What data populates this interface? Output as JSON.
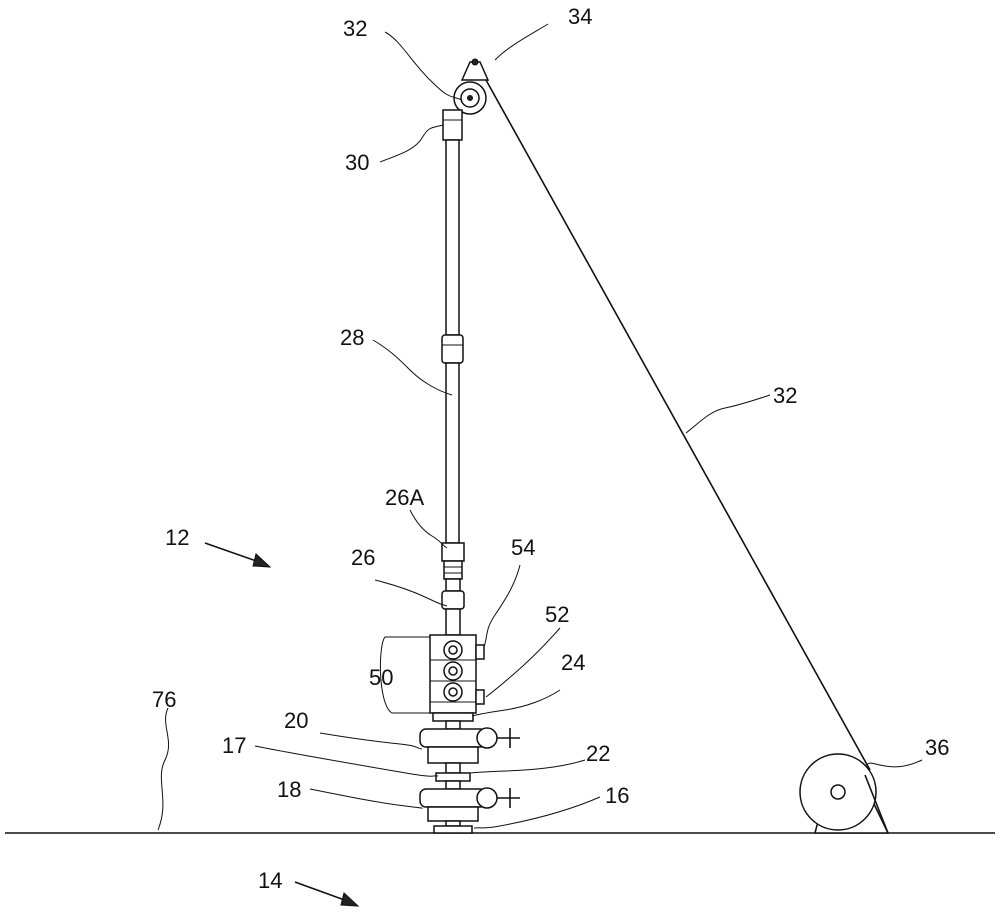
{
  "labels": {
    "l32_top": "32",
    "l34": "34",
    "l30": "30",
    "l28": "28",
    "l32_right": "32",
    "l26A": "26A",
    "l12": "12",
    "l26": "26",
    "l54": "54",
    "l52": "52",
    "l50": "50",
    "l24": "24",
    "l76": "76",
    "l20": "20",
    "l17": "17",
    "l22": "22",
    "l18": "18",
    "l16": "16",
    "l36": "36",
    "l14": "14"
  }
}
